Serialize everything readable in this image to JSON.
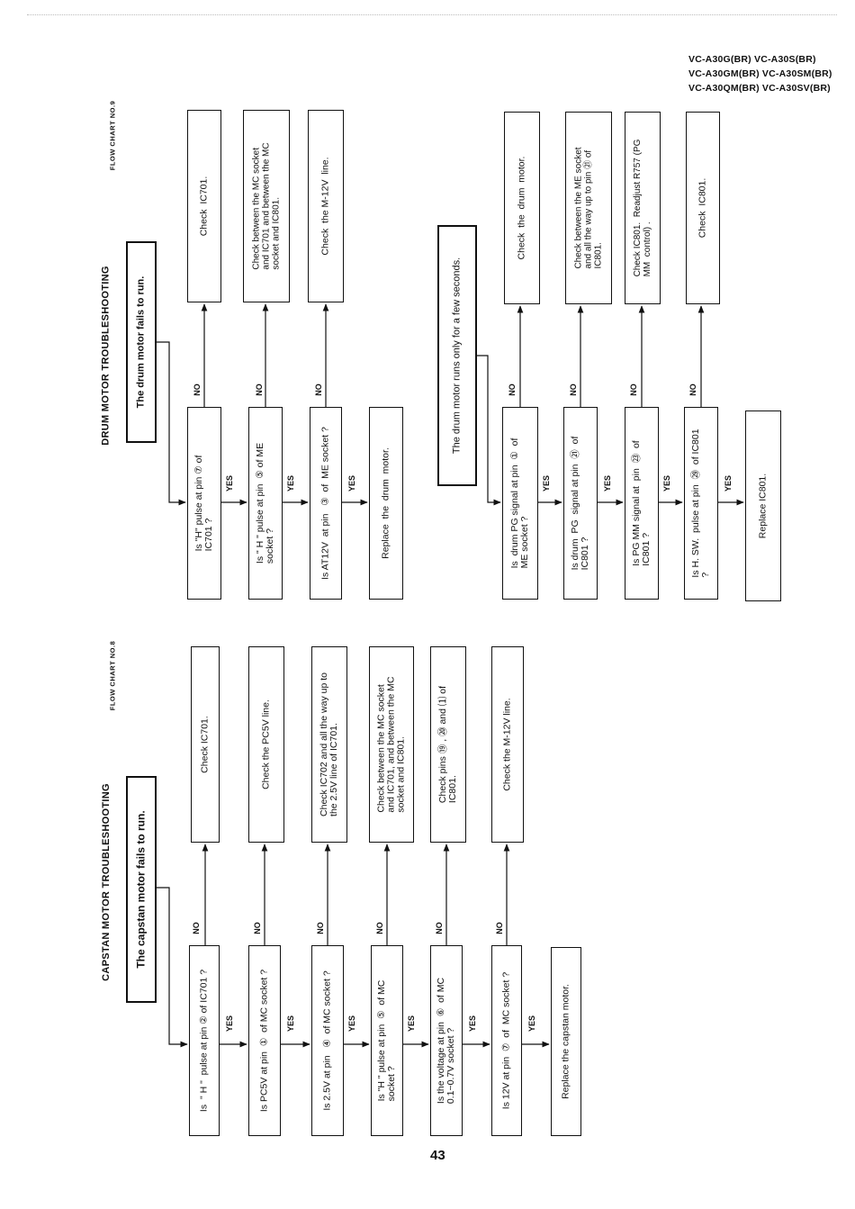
{
  "models": {
    "line1": "VC-A30G(BR) VC-A30S(BR)",
    "line2": "VC-A30GM(BR) VC-A30SM(BR)",
    "line3": "VC-A30QM(BR) VC-A30SV(BR)"
  },
  "page_number": "43",
  "capstan": {
    "header": "CAPSTAN MOTOR TROUBLESHOOTING",
    "chart_no": "FLOW CHART NO.8",
    "start": "The capstan motor fails to run.",
    "questions": [
      "Is  \" H \"  pulse at pin ② of IC701 ?",
      "Is PC5V at pin  ①  of MC socket ?",
      "Is 2.5V at pin   ④  of MC socket ?",
      "Is \"H \" pulse at pin  ⑤  of MC\nsocket ?",
      "Is the voltage at pin  ⑥  of MC\n0.1~0.7V socket ?",
      "Is 12V at pin  ⑦  of  MC socket ?"
    ],
    "actions": [
      "Check IC701.",
      "Check the PC5V line.",
      "Check IC702 and all the way up to\nthe 2.5V line of IC701.",
      "Check between the MC socket\nand IC701, and between the MC\nsocket and IC801.",
      "Check pins ⑲ , ⑳ and ⑴ of\nIC801.",
      "Check the M-12V line."
    ],
    "final": "Replace the capstan motor.",
    "yes": "YES",
    "no": "NO"
  },
  "drum": {
    "header": "DRUM MOTOR TROUBLESHOOTING",
    "chart_no": "FLOW CHART NO.9",
    "start1": "The drum motor fails to run.",
    "questions1": [
      "Is \"H\" pulse at pin ⑦ of\nIC701 ?",
      "Is \" H \" pulse at pin  ⑤ of ME\nsocket ?",
      "Is AT12V  at pin   ③  of  ME socket ?"
    ],
    "actions1": [
      "Check  IC701.",
      "Check between the MC socket\nand IC701 and between the MC\nsocket and IC801.",
      "Check  the M-12V  line."
    ],
    "final1": "Replace  the  drum  motor.",
    "start2": "The drum motor runs only for a few seconds.",
    "questions2": [
      "Is  drum PG signal at pin  ①  of\nME socket ?",
      "Is drum  PG  signal at pin  ㉑  of\nIC801 ?",
      "Is PG MM signal at  pin  ㉓  of\nIC801 ?",
      "Is H. SW.  pulse at pin  ㉙  of IC801\n?"
    ],
    "actions2": [
      "Check  the  drum  motor.",
      "Check between the ME socket\nand all the way up to pin ㉑ of\nIC801.",
      "Check IC801.  Readjust R757 (PG\nMM  control) .",
      "Check  IC801."
    ],
    "final2": "Replace IC801.",
    "yes": "YES",
    "no": "NO"
  }
}
